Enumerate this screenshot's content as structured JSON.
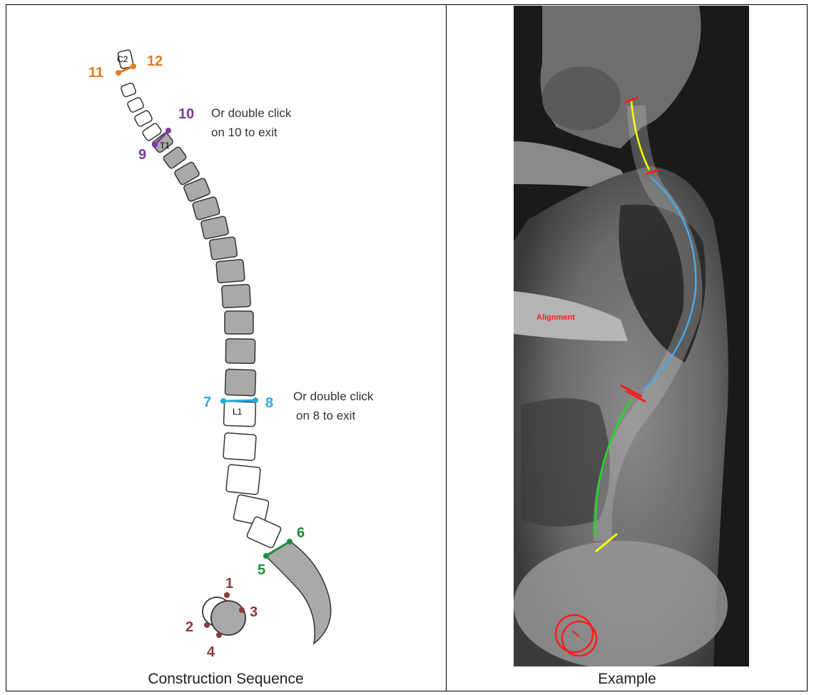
{
  "left_panel": {
    "caption": "Construction Sequence",
    "vertebra_labels": {
      "c2": "C2",
      "t1": "T1",
      "l1": "L1"
    },
    "points": {
      "p1": "1",
      "p2": "2",
      "p3": "3",
      "p4": "4",
      "p5": "5",
      "p6": "6",
      "p7": "7",
      "p8": "8",
      "p9": "9",
      "p10": "10",
      "p11": "11",
      "p12": "12"
    },
    "note_top_line1": "Or double click",
    "note_top_line2": "on 10 to exit",
    "note_mid_line1": "Or double click",
    "note_mid_line2": "on 8 to exit",
    "colors": {
      "hips": "#8b3a3a",
      "sacrum": "#1e8c3a",
      "lumbar": "#29abe2",
      "thoracic": "#7b3d9e",
      "cervical": "#e07b1e",
      "vertebra_fill_gray": "#a9a9a9"
    }
  },
  "right_panel": {
    "caption": "Example",
    "annotation_label": "Alignment",
    "colors": {
      "cervical_curve": "#ffff00",
      "thoracic_curve": "#4aa8e8",
      "lumbar_curve": "#22dd22",
      "markers": "#ff1a1a"
    }
  }
}
